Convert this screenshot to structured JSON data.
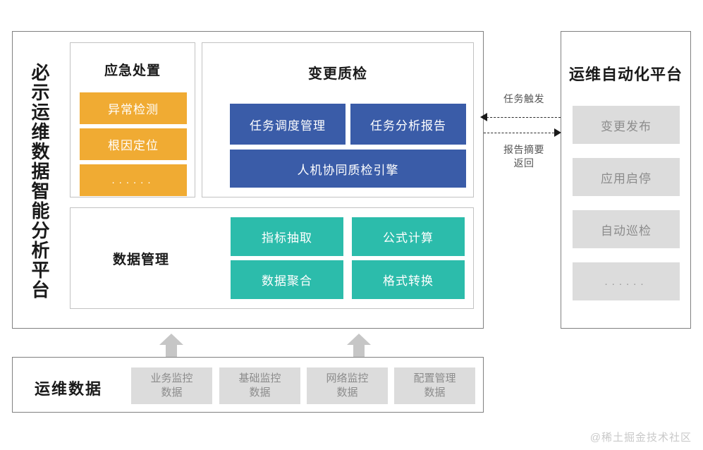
{
  "main_platform": {
    "vertical_title": "必示运维数据智能分析平台",
    "emergency": {
      "title": "应急处置",
      "tiles": [
        {
          "label": "异常检测",
          "color": "#F0AB33"
        },
        {
          "label": "根因定位",
          "color": "#F0AB33"
        },
        {
          "label": "......",
          "color": "#F0AB33"
        }
      ]
    },
    "change_inspection": {
      "title": "变更质检",
      "tiles": [
        {
          "label": "任务调度管理",
          "color": "#3A5CA8"
        },
        {
          "label": "任务分析报告",
          "color": "#3A5CA8"
        },
        {
          "label": "人机协同质检引擎",
          "color": "#3A5CA8"
        }
      ]
    },
    "data_management": {
      "title": "数据管理",
      "tiles": [
        {
          "label": "指标抽取",
          "color": "#2CBCAB"
        },
        {
          "label": "公式计算",
          "color": "#2CBCAB"
        },
        {
          "label": "数据聚合",
          "color": "#2CBCAB"
        },
        {
          "label": "格式转换",
          "color": "#2CBCAB"
        }
      ]
    }
  },
  "automation_platform": {
    "title": "运维自动化平台",
    "tiles": [
      {
        "label": "变更发布",
        "color": "#DCDCDC"
      },
      {
        "label": "应用启停",
        "color": "#DCDCDC"
      },
      {
        "label": "自动巡检",
        "color": "#DCDCDC"
      },
      {
        "label": "......",
        "color": "#DCDCDC"
      }
    ]
  },
  "connectors": [
    {
      "label": "任务触发",
      "direction": "left"
    },
    {
      "label": "报告摘要\n返回",
      "direction": "right"
    }
  ],
  "data_sources": {
    "title": "运维数据",
    "tiles": [
      {
        "label": "业务监控\n数据"
      },
      {
        "label": "基础监控\n数据"
      },
      {
        "label": "网络监控\n数据"
      },
      {
        "label": "配置管理\n数据"
      }
    ]
  },
  "watermark": "@稀土掘金技术社区"
}
